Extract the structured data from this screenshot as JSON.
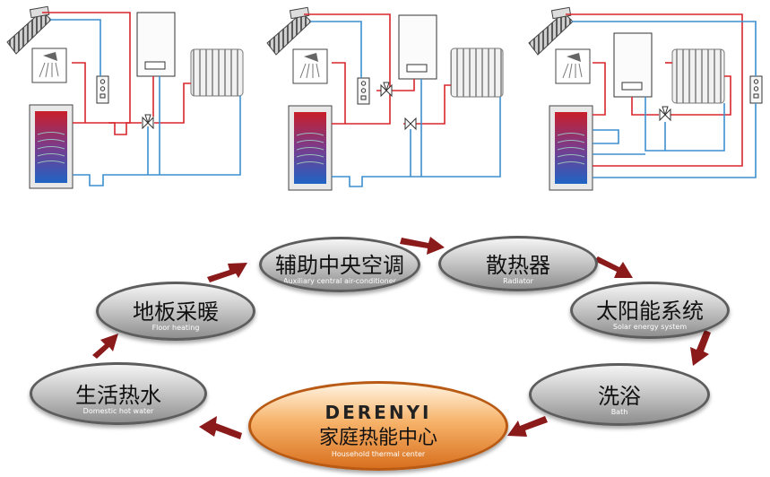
{
  "cycle": {
    "nodes": [
      {
        "id": "aux-ac",
        "zh": "辅助中央空调",
        "en": "Auxiliary central air-conditioner"
      },
      {
        "id": "radiator",
        "zh": "散热器",
        "en": "Radiator"
      },
      {
        "id": "solar",
        "zh": "太阳能系统",
        "en": "Solar energy system"
      },
      {
        "id": "bath",
        "zh": "洗浴",
        "en": "Bath"
      },
      {
        "id": "domestic-hot-water",
        "zh": "生活热水",
        "en": "Domestic hot water"
      },
      {
        "id": "floor-heating",
        "zh": "地板采暖",
        "en": "Floor heating"
      }
    ],
    "center": {
      "brand": "DERENYI",
      "zh": "家庭热能中心",
      "en": "Household thermal center"
    }
  },
  "colors": {
    "hot_pipe": "#d9262b",
    "cold_pipe": "#3b8fd0",
    "arrow": "#8b1a1a",
    "node_border": "#5d5d5d",
    "center_border": "#b85a14"
  },
  "schematics": [
    {
      "id": "system-1",
      "components": [
        "solar-collector",
        "shower",
        "controller",
        "boiler",
        "radiator",
        "storage-tank",
        "valve"
      ]
    },
    {
      "id": "system-2",
      "components": [
        "solar-collector",
        "shower",
        "controller",
        "boiler",
        "radiator",
        "storage-tank",
        "valve"
      ]
    },
    {
      "id": "system-3",
      "components": [
        "solar-collector",
        "shower",
        "controller",
        "boiler",
        "radiator",
        "storage-tank",
        "valve"
      ]
    }
  ]
}
